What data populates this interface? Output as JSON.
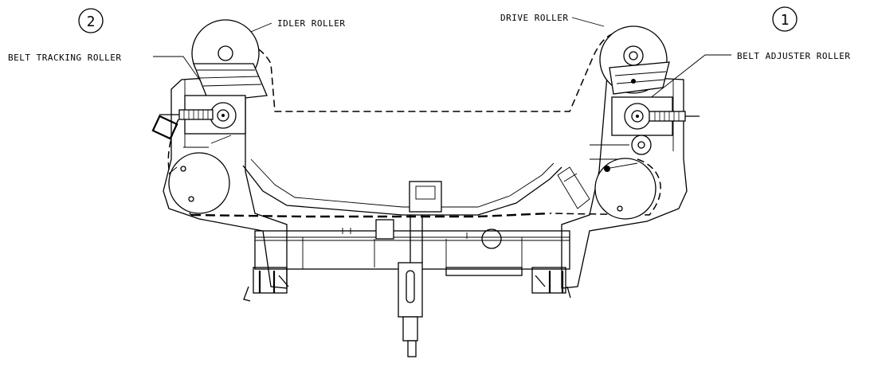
{
  "labels": {
    "idler_roller": "IDLER ROLLER",
    "drive_roller": "DRIVE ROLLER",
    "belt_tracking_roller": "BELT TRACKING ROLLER",
    "belt_adjuster_roller": "BELT ADJUSTER ROLLER"
  },
  "callouts": {
    "tracking_number": "2",
    "adjuster_number": "1"
  }
}
